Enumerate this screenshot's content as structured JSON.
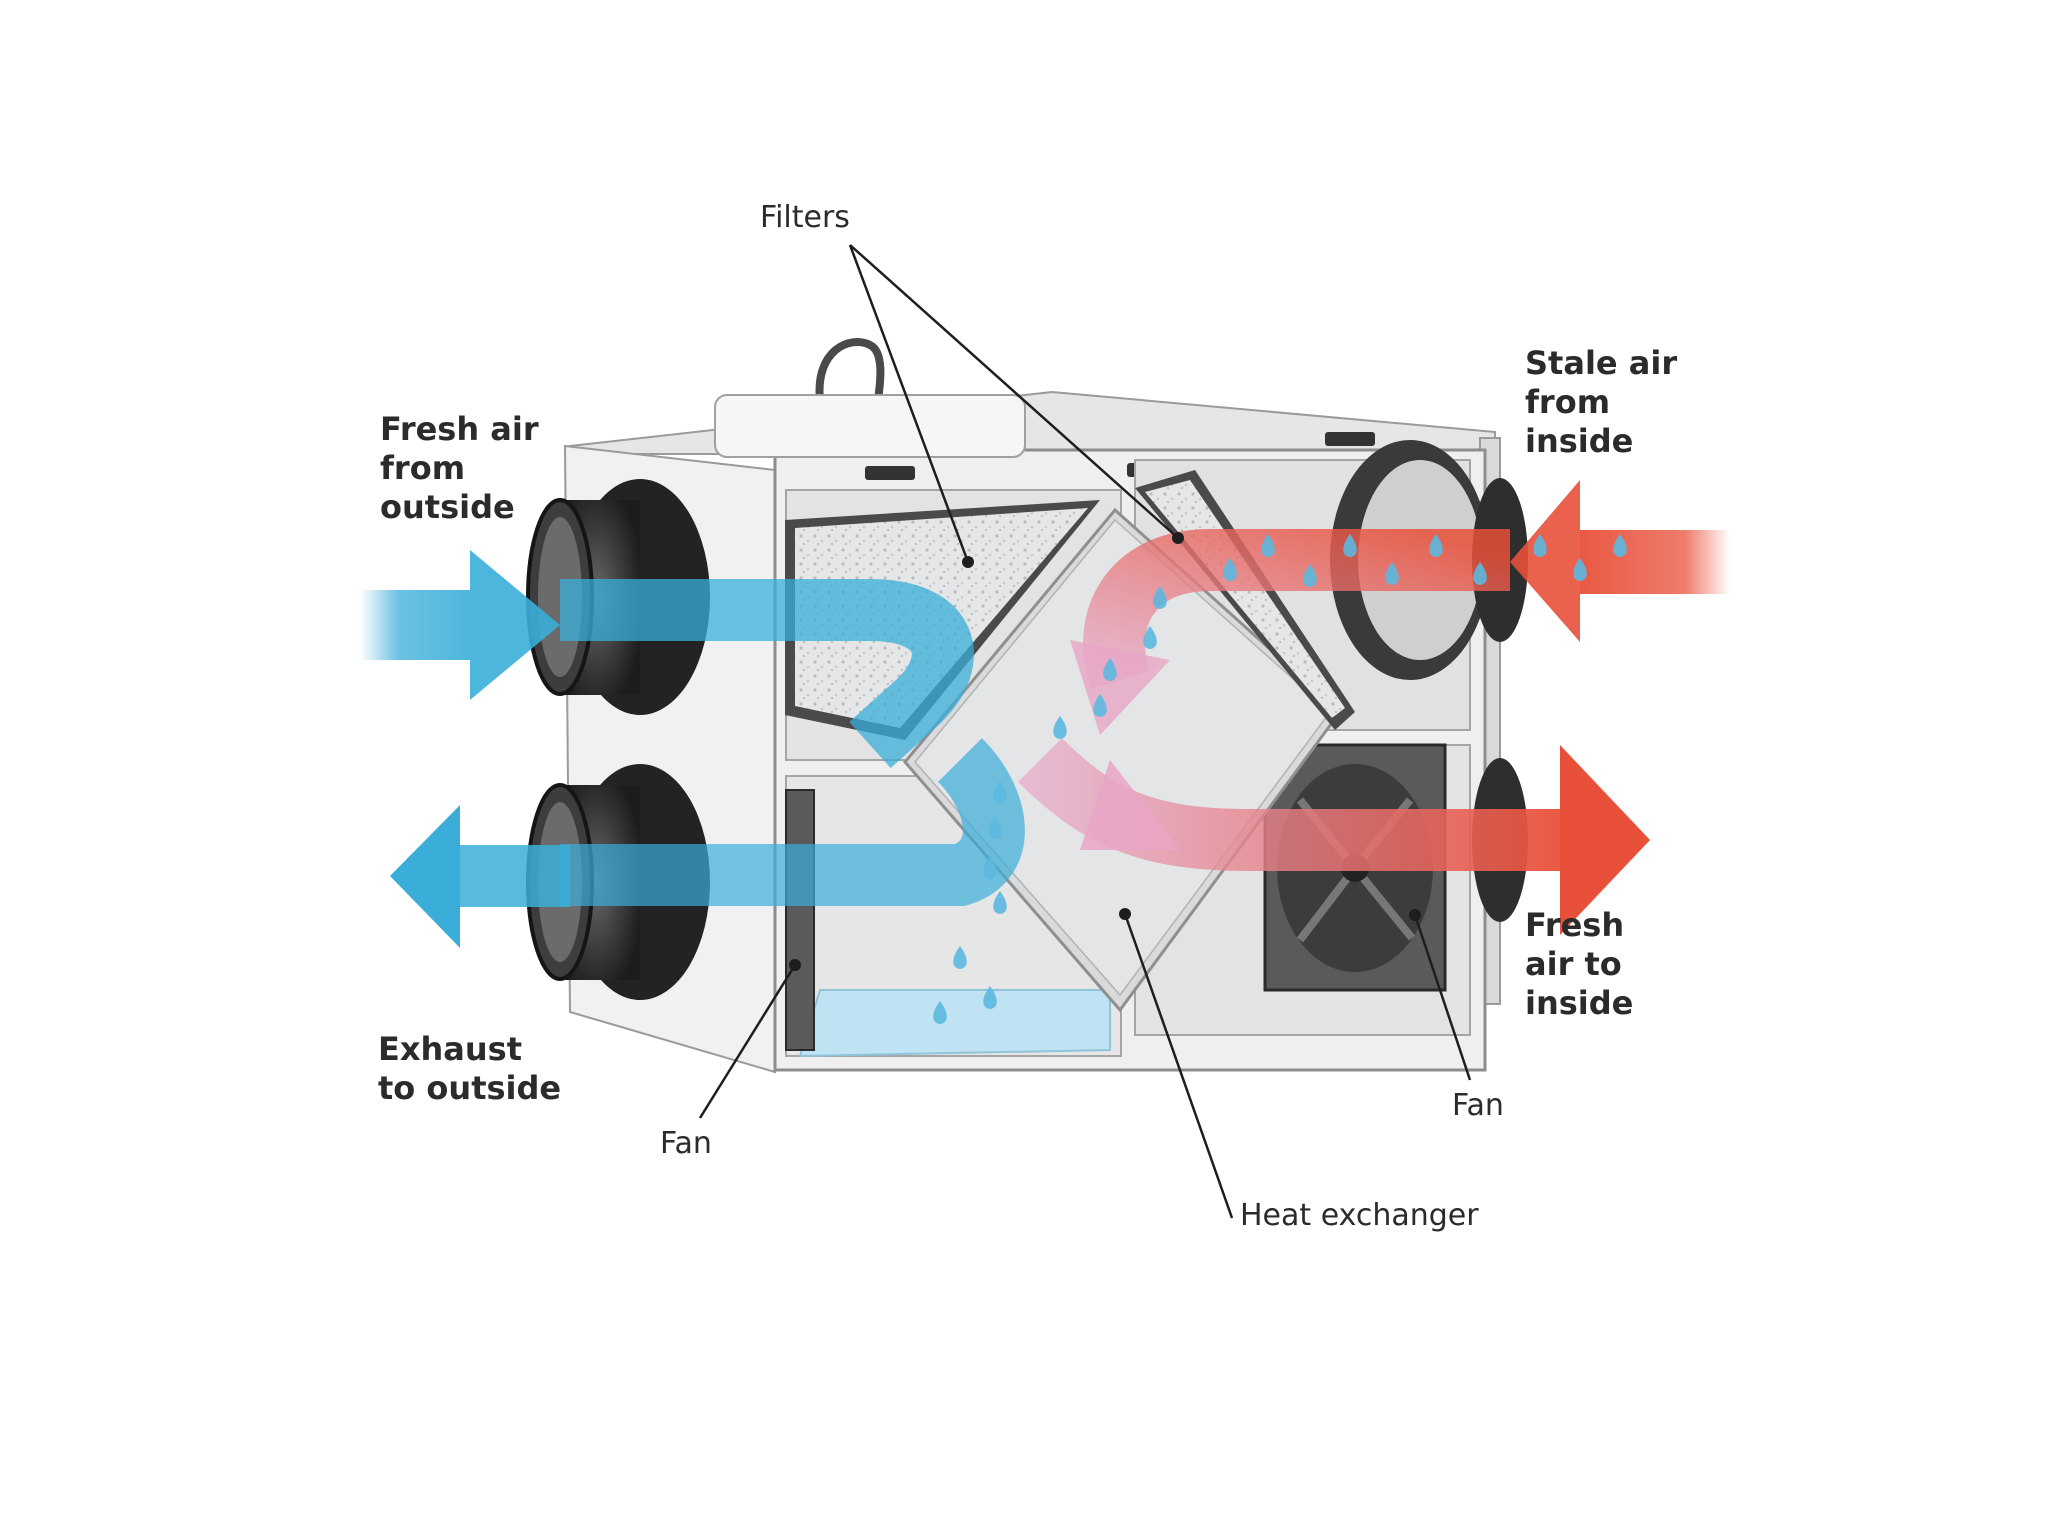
{
  "labels": {
    "filters": "Filters",
    "fresh_air_from_outside": [
      "Fresh air",
      "from",
      "outside"
    ],
    "stale_air_from_inside": [
      "Stale air",
      "from",
      "inside"
    ],
    "exhaust_to_outside": [
      "Exhaust",
      "to outside"
    ],
    "fresh_air_to_inside": [
      "Fresh",
      "air to",
      "inside"
    ],
    "fan_left": "Fan",
    "fan_right": "Fan",
    "heat_exchanger": "Heat exchanger"
  },
  "colors": {
    "cold_air": "#3aaed8",
    "warm_air": "#e8503a",
    "stale_air_pink": "#e7a6c6",
    "housing": "#f1f1f1",
    "duct": "#2e2e2e",
    "condensate": "#5bb8e0"
  },
  "icons": [
    "water-drop-icon",
    "fan-icon",
    "duct-collar-icon",
    "arrow-icon"
  ]
}
